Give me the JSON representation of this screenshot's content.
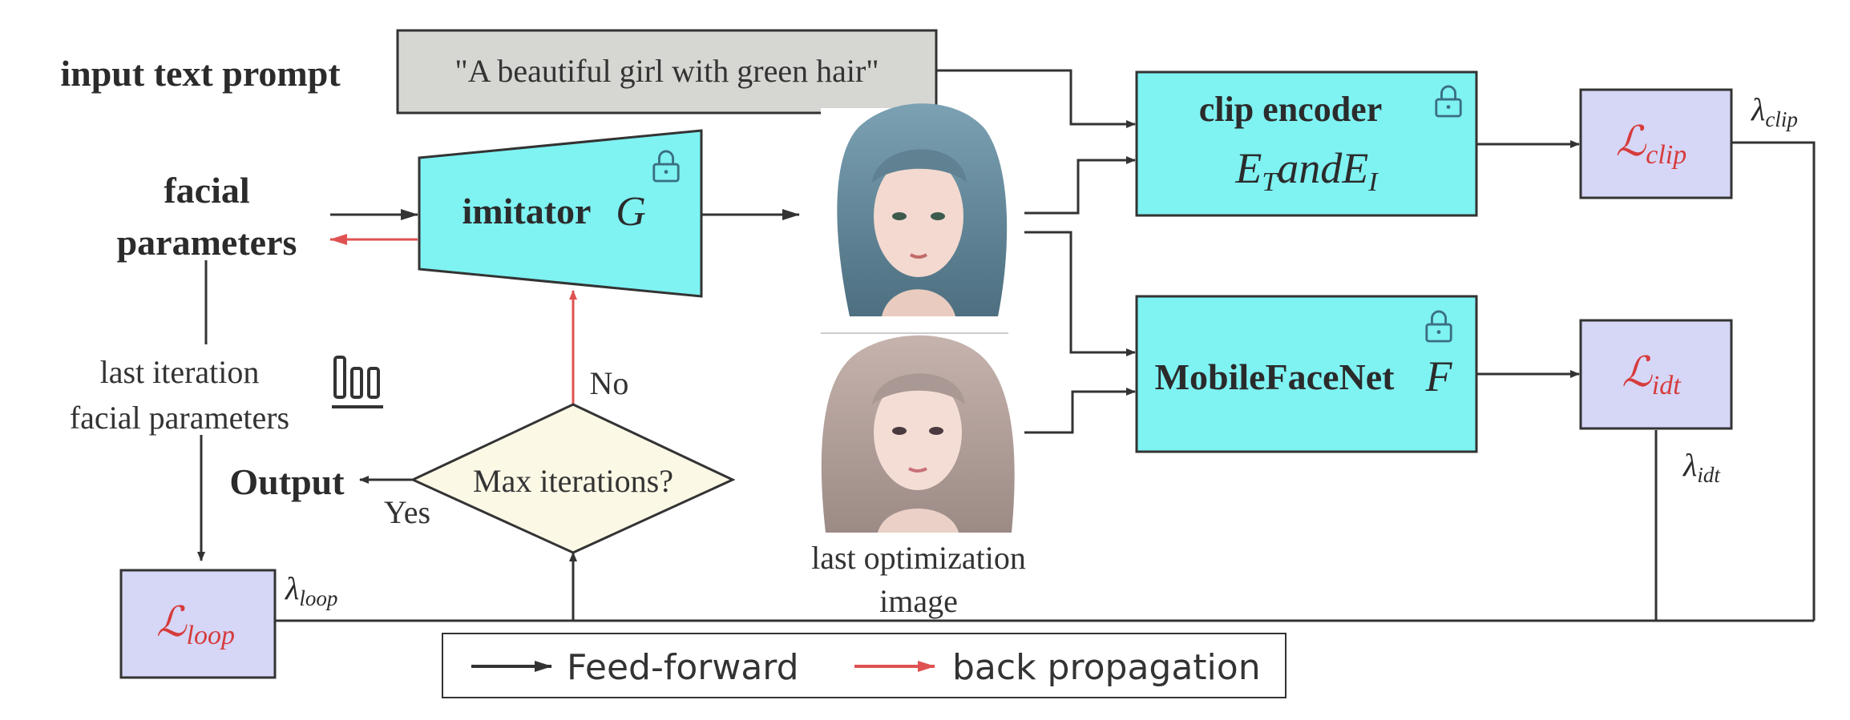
{
  "colors": {
    "line": "#333333",
    "back": "#e05252",
    "module_fill": "#7ff2f2",
    "loss_fill": "#d6d6f7",
    "prompt_fill": "#d6d6d2",
    "decision_fill": "#fcf8e6",
    "loss_text": "#d63c3c"
  },
  "input_label": "input text prompt",
  "prompt_text": "\"A beautiful girl with green hair\"",
  "facial_parameters": {
    "line1": "facial",
    "line2": "parameters"
  },
  "last_iteration": {
    "line1": "last iteration",
    "line2": "facial parameters"
  },
  "imitator": {
    "word": "imitator",
    "symbol": "G"
  },
  "clip_encoder": {
    "title": "clip encoder",
    "e1": "E",
    "e1_sub": "T",
    "middle": "and",
    "e2": "E",
    "e2_sub": "I"
  },
  "mobilefacenet": {
    "word": "MobileFaceNet",
    "symbol": "F"
  },
  "losses": {
    "clip": {
      "symbol": "ℒ",
      "sub": "clip",
      "weight": "λ",
      "weight_sub": "clip"
    },
    "idt": {
      "symbol": "ℒ",
      "sub": "idt",
      "weight": "λ",
      "weight_sub": "idt"
    },
    "loop": {
      "symbol": "ℒ",
      "sub": "loop",
      "weight": "λ",
      "weight_sub": "loop"
    }
  },
  "decision": {
    "question": "Max iterations?",
    "no": "No",
    "yes": "Yes",
    "output": "Output"
  },
  "last_optimization": {
    "line1": "last optimization",
    "line2": "image"
  },
  "legend": {
    "forward": "Feed-forward",
    "back": "back propagation"
  },
  "icons": [
    "lock-icon",
    "bar-chart-icon",
    "face-image"
  ]
}
